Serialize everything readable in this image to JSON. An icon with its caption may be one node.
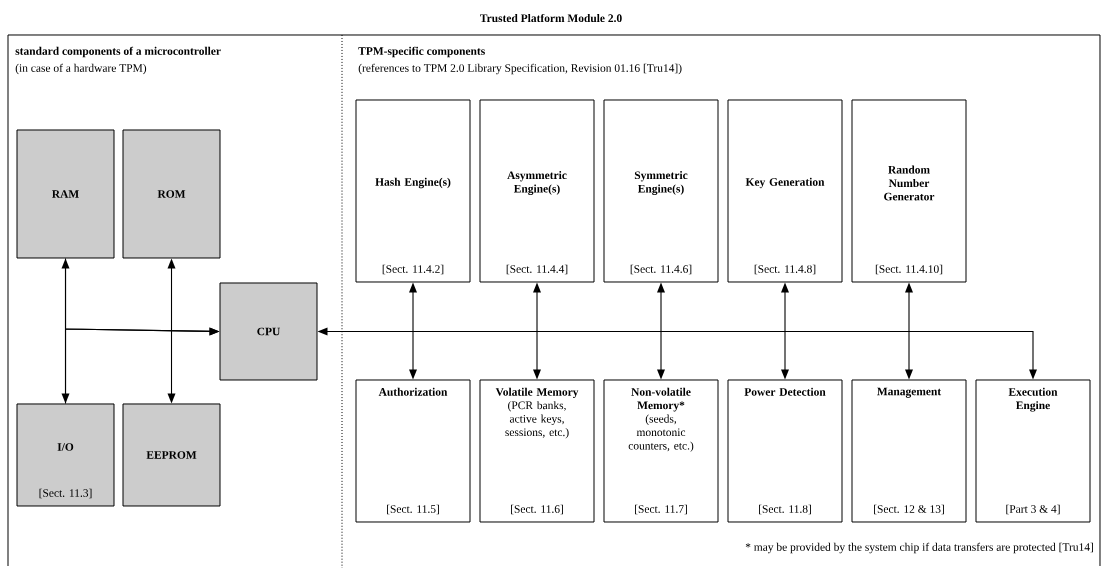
{
  "diagram": {
    "title": "Trusted Platform Module 2.0",
    "nodes": [
      {
        "text": [
          "RAM"
        ]
      },
      {
        "text": [
          "ROM"
        ]
      },
      {
        "text": [
          "CPU"
        ]
      },
      {
        "text": [
          "I/O",
          "[Sect. 11.3]"
        ]
      },
      {
        "text": [
          "EEPROM"
        ]
      },
      {
        "text": [
          "Hash Engine(s)",
          "[Sect. 11.4.2]"
        ]
      },
      {
        "text": [
          "Asymmetric Engine(s)",
          "[Sect. 11.4.4]"
        ]
      },
      {
        "text": [
          "Symmetric Engine(s)",
          "[Sect. 11.4.6]"
        ]
      },
      {
        "text": [
          "Key Generation",
          "[Sect. 11.4.8]"
        ]
      },
      {
        "text": [
          "Random Number Generator",
          "[Sect. 11.4.10]"
        ]
      },
      {
        "text": [
          "Authorization",
          "[Sect. 11.5]"
        ]
      },
      {
        "text": [
          "Volatile Memory",
          "(PCR banks, active keys, sessions, etc.)",
          "[Sect. 11.6]"
        ]
      },
      {
        "text": [
          "Non-volatile Memory*",
          "(seeds, monotonic counters, etc.)",
          "[Sect. 11.7]"
        ]
      },
      {
        "text": [
          "Power Detection",
          "[Sect. 11.8]"
        ]
      },
      {
        "text": [
          "Management",
          "[Sect. 12 & 13]"
        ]
      },
      {
        "text": [
          "Execution Engine",
          "[Part 3 & 4]"
        ]
      }
    ],
    "edges": [
      {
        "from": 0,
        "to": 3,
        "arrow": "both"
      },
      {
        "from": 1,
        "to": 4,
        "arrow": "both"
      },
      {
        "from": 0,
        "to": 2,
        "arrow": "to"
      },
      {
        "from": 3,
        "to": 2,
        "arrow": "to"
      },
      {
        "from": 2,
        "to": 15,
        "arrow": "both"
      },
      {
        "from": 5,
        "to": 10,
        "arrow": "both"
      },
      {
        "from": 6,
        "to": 11,
        "arrow": "both"
      },
      {
        "from": 7,
        "to": 12,
        "arrow": "both"
      },
      {
        "from": 8,
        "to": 13,
        "arrow": "both"
      },
      {
        "from": 9,
        "to": 14,
        "arrow": "both"
      }
    ],
    "labels": [
      "standard components of a microcontroller",
      "(in case of a hardware TPM)",
      "TPM-specific components",
      "(references to TPM 2.0 Library Specification, Revision 01.16 [Tru14])",
      "* may be provided by the system chip if data transfers are protected [Tru14]"
    ]
  }
}
